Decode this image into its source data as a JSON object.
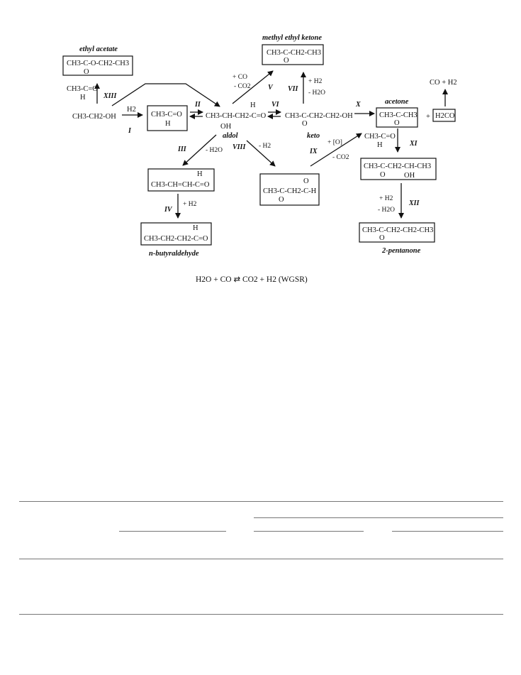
{
  "scheme": {
    "ethyl_acetate_label": "ethyl acetate",
    "ethyl_acetate_formula": "CH3-C-O-CH2-CH3",
    "acetaldehyde_formula": "CH3-C=O",
    "acetaldehyde_h": "H",
    "ethanol_formula": "CH3-CH2-OH",
    "h2": "H2",
    "aldol_formula": "CH3-CH-CH2-C=O",
    "aldol_h": "H",
    "aldol_oh": "OH",
    "aldol_label": "aldol",
    "mek_label": "methyl ethyl ketone",
    "mek_formula": "CH3-C-CH2-CH3",
    "plus_co": "+ CO",
    "minus_co2": "- CO2",
    "plus_h2": "+ H2",
    "minus_h2o": "- H2O",
    "keto_formula": "CH3-C-CH2-CH2-OH",
    "keto_label": "keto",
    "acetone_label": "acetone",
    "acetone_formula": "CH3-C-CH3",
    "plus": "+",
    "h2co": "H2CO",
    "co_h2": "CO + H2",
    "plus_o": "+ [O]",
    "crotonaldehyde_formula": "CH3-CH=CH-C=O",
    "crotonaldehyde_h": "H",
    "minus_h2": "- H2",
    "acetoacetaldehyde_formula": "CH3-C-CH2-C-H",
    "butyraldehyde_formula": "CH3-CH2-CH2-C=O",
    "butyraldehyde_h": "H",
    "butyraldehyde_label": "n-butyraldehyde",
    "hydroxy_formula": "CH3-C-CH2-CH-CH3",
    "hydroxy_oh": "OH",
    "pentanone_formula": "CH3-C-CH2-CH2-CH3",
    "pentanone_label": "2-pentanone",
    "wgsr": "H2O + CO ⇄ CO2 + H2 (WGSR)",
    "o": "O",
    "reactions": {
      "I": "I",
      "II": "II",
      "III": "III",
      "IV": "IV",
      "V": "V",
      "VI": "VI",
      "VII": "VII",
      "VIII": "VIII",
      "IX": "IX",
      "X": "X",
      "XI": "XI",
      "XII": "XII",
      "XIII": "XIII"
    }
  },
  "table": {}
}
